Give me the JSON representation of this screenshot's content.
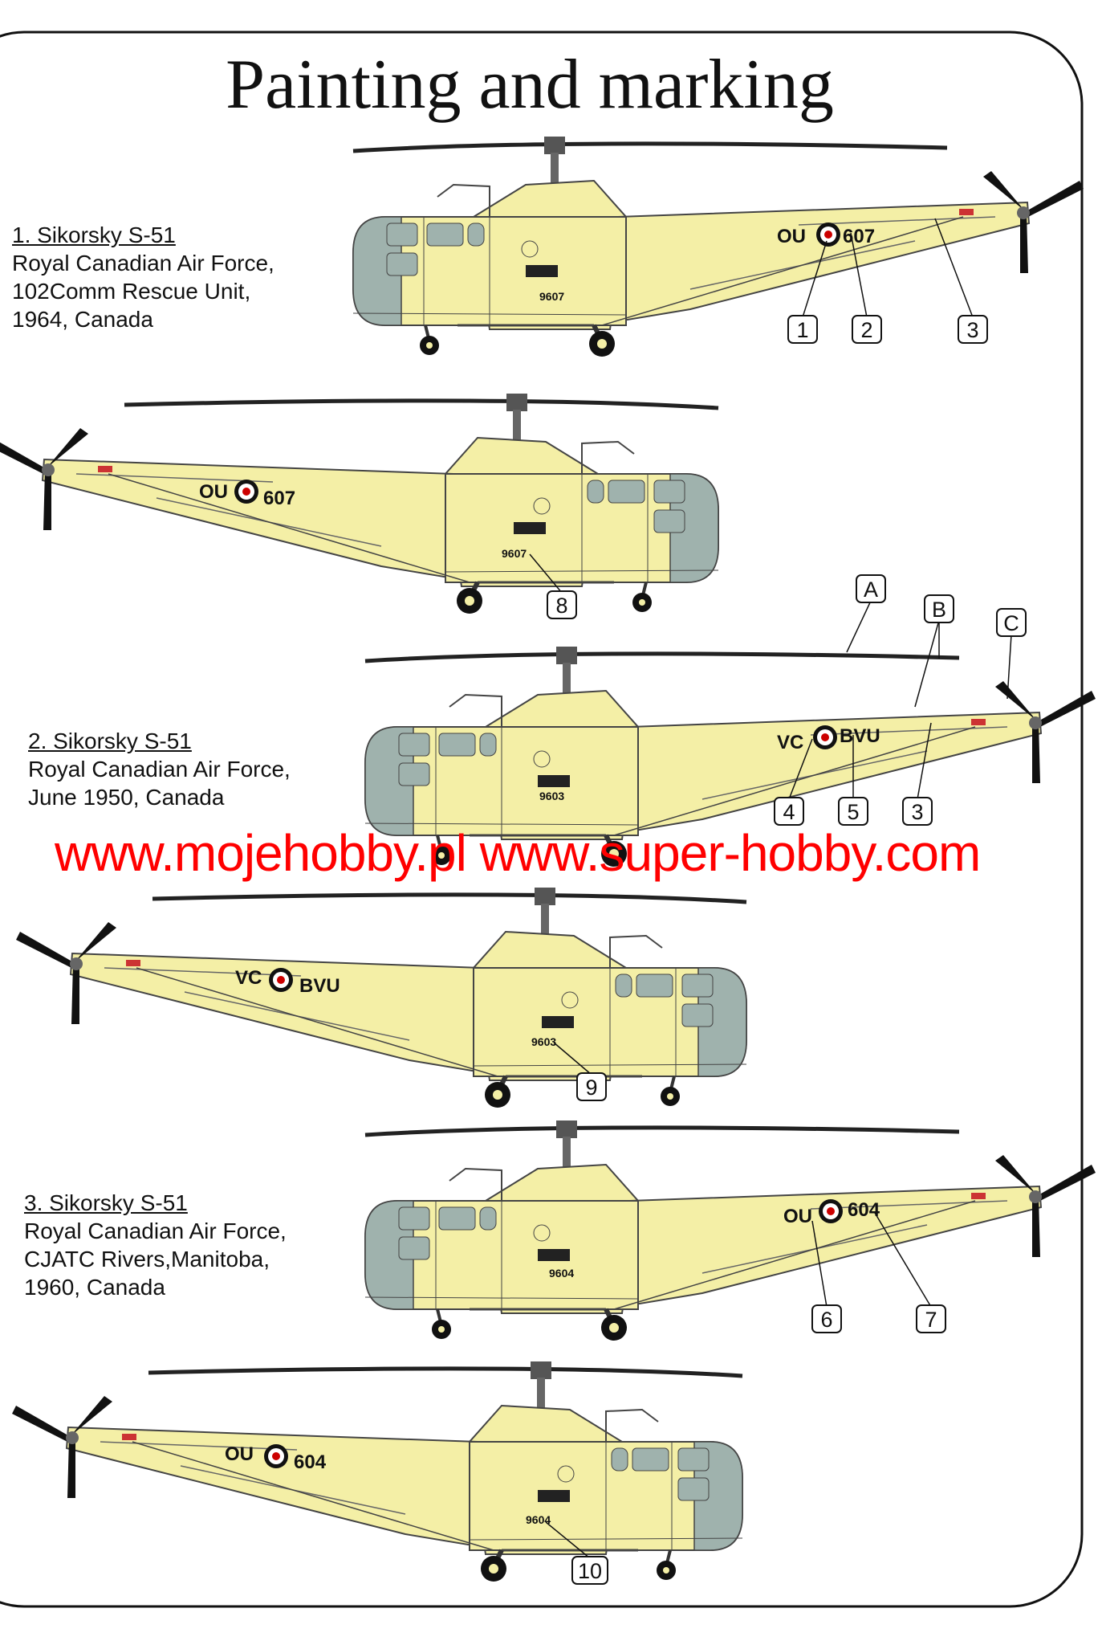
{
  "title": "Painting and marking",
  "variants": [
    {
      "heading": "1. Sikorsky S-51",
      "lines": [
        "Royal Canadian Air Force,",
        "102Comm Rescue Unit,",
        "1964, Canada"
      ]
    },
    {
      "heading": "2. Sikorsky S-51",
      "lines": [
        "Royal Canadian Air Force,",
        "June 1950, Canada"
      ]
    },
    {
      "heading": "3. Sikorsky S-51",
      "lines": [
        "Royal Canadian Air Force,",
        "CJATC Rivers,Manitoba,",
        "1960, Canada"
      ]
    }
  ],
  "aircraft": [
    {
      "code": "OU",
      "number": "607",
      "serial": "9607"
    },
    {
      "code": "OU",
      "number": "607",
      "serial": "9607"
    },
    {
      "code": "VC",
      "number": "BVU",
      "serial": "9603"
    },
    {
      "code": "VC",
      "number": "BVU",
      "serial": "9603"
    },
    {
      "code": "OU",
      "number": "604",
      "serial": "9604"
    },
    {
      "code": "OU",
      "number": "604",
      "serial": "9604"
    }
  ],
  "callouts": [
    "1",
    "2",
    "3",
    "8",
    "A",
    "B",
    "C",
    "4",
    "5",
    "3",
    "9",
    "6",
    "7",
    "10"
  ],
  "watermark": "www.mojehobby.pl www.super-hobby.com",
  "colors": {
    "fuselage": "#f4efa6",
    "glass": "#9fb2ad",
    "watermark": "#ff0000"
  }
}
